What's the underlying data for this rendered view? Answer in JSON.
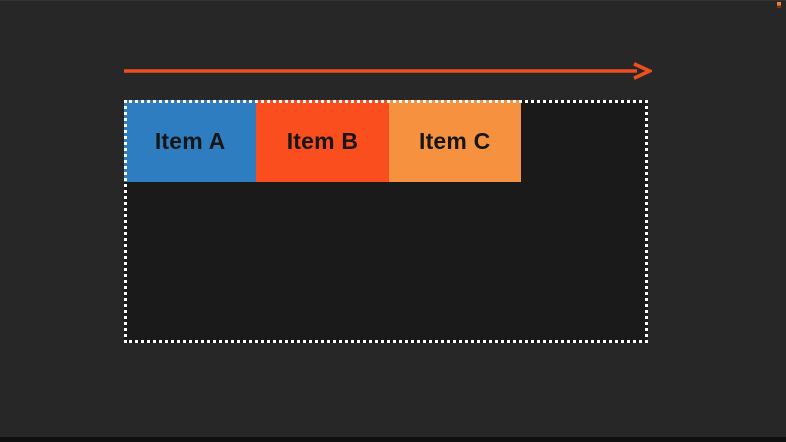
{
  "diagram": {
    "arrow": {
      "direction": "right",
      "color": "#EF4E1F"
    },
    "container": {
      "border_color": "#FFFFFF",
      "background_color": "#1A1A1A",
      "border_style": "dotted"
    },
    "items": [
      {
        "label": "Item A",
        "color": "#2E7DC0"
      },
      {
        "label": "Item B",
        "color": "#FB4E1E"
      },
      {
        "label": "Item C",
        "color": "#F6913F"
      }
    ],
    "item_text_color": "#161616",
    "page_background": "#272727",
    "corner_marker_color": "#ED8430"
  }
}
